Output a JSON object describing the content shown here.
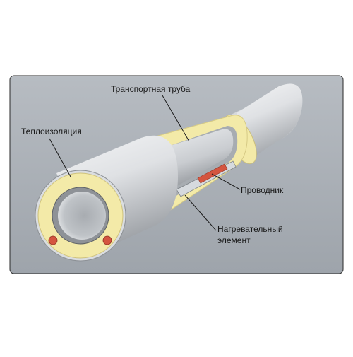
{
  "labels": {
    "transport_pipe": "Транспортная труба",
    "insulation": "Теплоизоляция",
    "conductor": "Проводник",
    "heating_line1": "Нагревательный",
    "heating_line2": "элемент"
  },
  "colors": {
    "background": "#ffffff",
    "panel": "#a9afb6",
    "pipe_light": "#eceef0",
    "pipe_mid": "#c5c8cc",
    "pipe_dark": "#8e9297",
    "insulation": "#f3eaa8",
    "insulation_shade": "#ddd08a",
    "conductor": "#d4553f",
    "heating_element": "#cdd2d7",
    "text": "#1a1a1a"
  }
}
